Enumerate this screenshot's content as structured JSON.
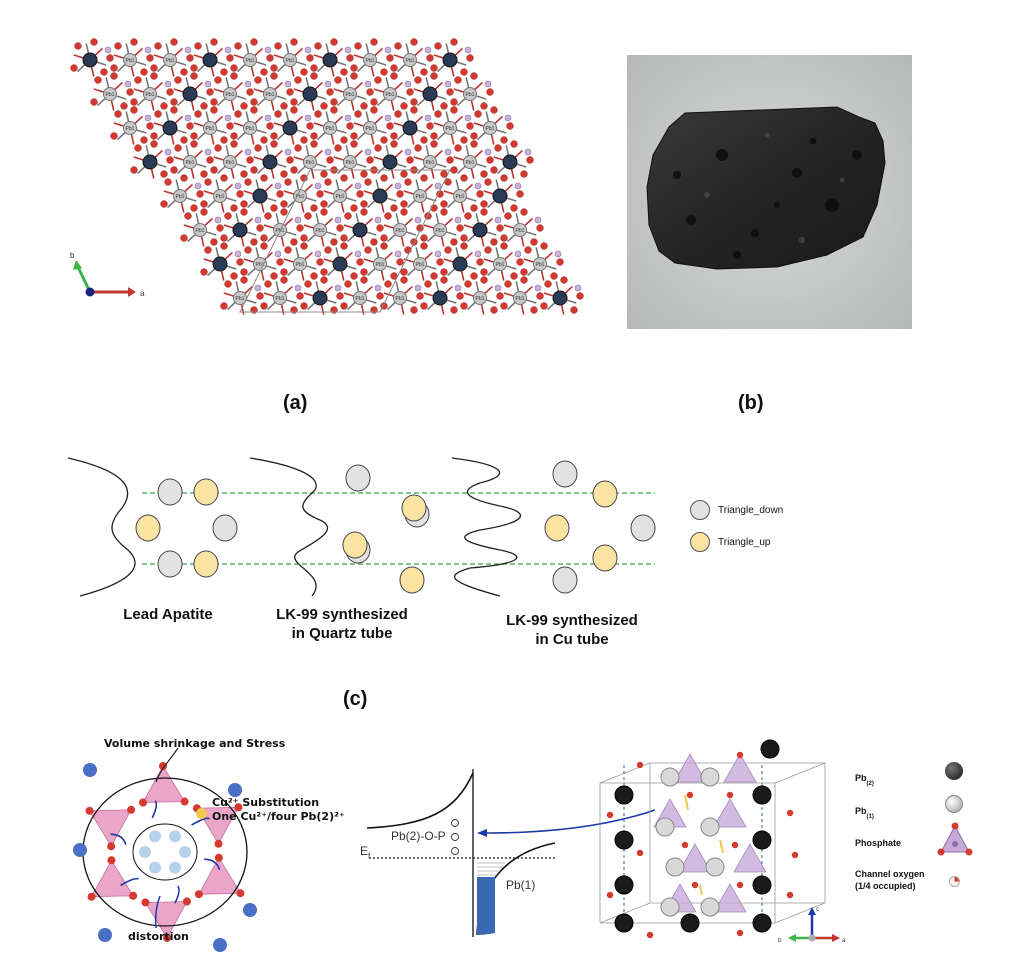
{
  "panel_a": {
    "label": "(a)",
    "atom_label": "Pb1",
    "axis_a": "a",
    "axis_b": "b"
  },
  "panel_b": {
    "label": "(b)"
  },
  "panel_c": {
    "label": "(c)",
    "captions": [
      {
        "line1": "Lead Apatite",
        "line2": ""
      },
      {
        "line1": "LK-99 synthesized",
        "line2": "in Quartz tube"
      },
      {
        "line1": "LK-99 synthesized",
        "line2": "in Cu tube"
      }
    ],
    "legend": [
      {
        "label": "Triangle_down",
        "color": "#e2e2e2"
      },
      {
        "label": "Triangle_up",
        "color": "#fbe3a3"
      }
    ]
  },
  "panel_d": {
    "stress_label": "Volume shrinkage and Stress",
    "substitution_line1": "Cu²⁺ Substitution",
    "substitution_line2": "One Cu²⁺/four Pb(2)²⁺",
    "distortion_label": "distortion",
    "band_upper_label": "Pb(2)-O-P",
    "band_lower_label": "Pb(1)",
    "fermi_label": "E",
    "fermi_sub": "f",
    "crystal_axes": {
      "a": "a",
      "b": "b",
      "c": "c"
    },
    "legend": [
      {
        "label": "Pb",
        "sub": "(2)"
      },
      {
        "label": "Pb",
        "sub": "(1)"
      },
      {
        "label": "Phosphate",
        "sub": ""
      },
      {
        "label": "Channel oxygen",
        "sub": ""
      },
      {
        "label": "(1/4 occupied)",
        "sub": ""
      }
    ]
  },
  "colors": {
    "oxygen": "#d43a2f",
    "lead1": "#c8c8c8",
    "lead2": "#222222",
    "phosphorus": "#c9b3d6",
    "copper": "#f2c94c",
    "phosphate": "#e9a6c9",
    "dashed_line": "#3aa14a",
    "arrow_blue": "#1f3aa8"
  }
}
